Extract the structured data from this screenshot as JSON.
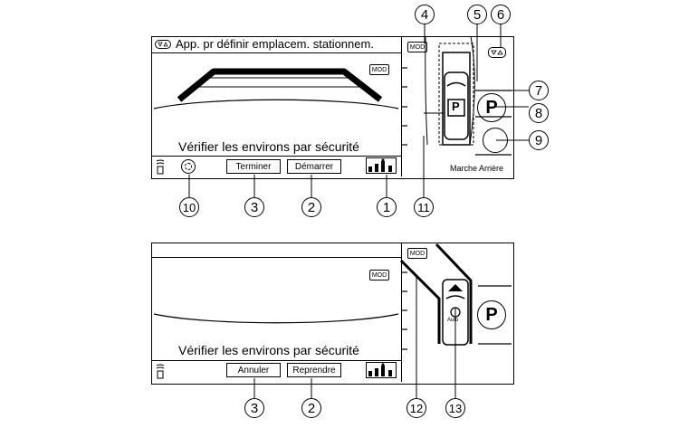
{
  "top_screen": {
    "header_text": "App. pr définir emplacem. stationnem.",
    "mod_label": "MOD",
    "mod_label_right": "MOD",
    "warning_text": "Vérifier les environs par sécurité",
    "buttons": {
      "terminer": "Terminer",
      "demarrer": "Démarrer"
    },
    "p_symbol": "P",
    "car_p_symbol": "P",
    "status_text": "Marche Arrière"
  },
  "bottom_screen": {
    "mod_label": "MOD",
    "mod_label_right": "MOD",
    "warning_text": "Vérifier les environs par sécurité",
    "buttons": {
      "annuler": "Annuler",
      "reprendre": "Reprendre"
    },
    "p_symbol": "P",
    "car_auto_label": "Auto"
  },
  "callouts": {
    "c1": "1",
    "c2": "2",
    "c3": "3",
    "c4": "4",
    "c5": "5",
    "c6": "6",
    "c7": "7",
    "c8": "8",
    "c9": "9",
    "c10": "10",
    "c11": "11",
    "b2": "2",
    "b3": "3",
    "c12": "12",
    "c13": "13"
  },
  "icons": {
    "header_switch": "switch-view-icon",
    "sonar": "sonar-icon",
    "camera": "camera-icon",
    "parking_sensor": "parking-sensor-icon"
  }
}
